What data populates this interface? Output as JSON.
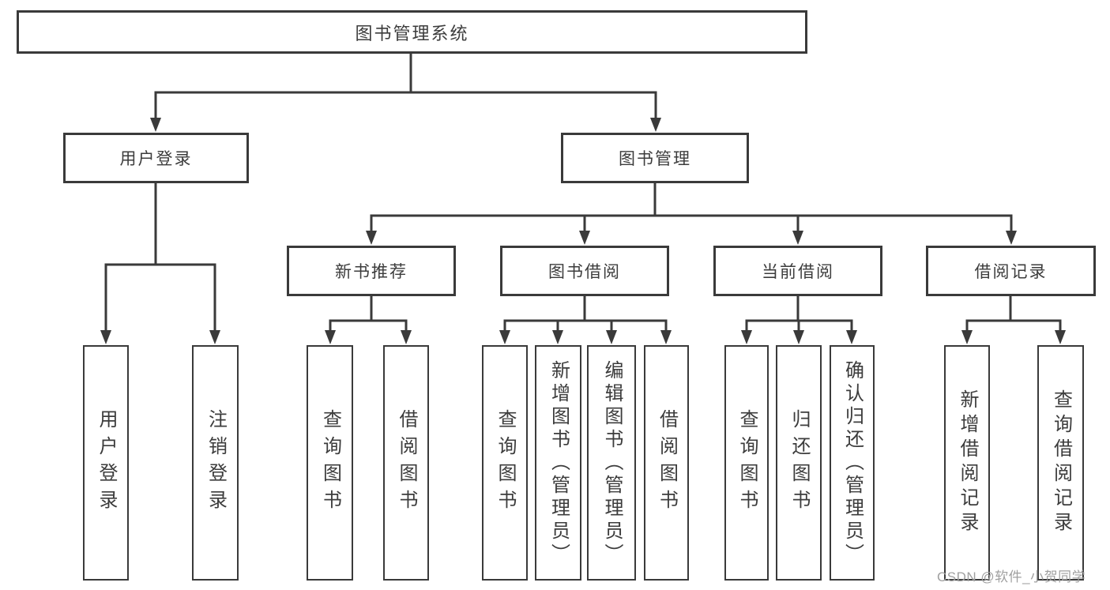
{
  "tree": {
    "root": {
      "label": "图书管理系统"
    },
    "branches": [
      {
        "label": "用户登录",
        "children": [
          {
            "label": "用户登录"
          },
          {
            "label": "注销登录"
          }
        ]
      },
      {
        "label": "图书管理",
        "children": [
          {
            "label": "新书推荐",
            "children": [
              {
                "label": "查询图书"
              },
              {
                "label": "借阅图书"
              }
            ]
          },
          {
            "label": "图书借阅",
            "children": [
              {
                "label": "查询图书"
              },
              {
                "label": "新增图书（管理员）"
              },
              {
                "label": "编辑图书（管理员）"
              },
              {
                "label": "借阅图书"
              }
            ]
          },
          {
            "label": "当前借阅",
            "children": [
              {
                "label": "查询图书"
              },
              {
                "label": "归还图书"
              },
              {
                "label": "确认归还（管理员）"
              }
            ]
          },
          {
            "label": "借阅记录",
            "children": [
              {
                "label": "新增借阅记录"
              },
              {
                "label": "查询借阅记录"
              }
            ]
          }
        ]
      }
    ]
  },
  "watermark": {
    "text": "CSDN @软件_小贺同学"
  },
  "colors": {
    "line": "#3a3a3a",
    "text": "#3c3c3c",
    "box_fill": "#ffffff",
    "background": "#ffffff",
    "watermark": "#a0a0a0"
  }
}
